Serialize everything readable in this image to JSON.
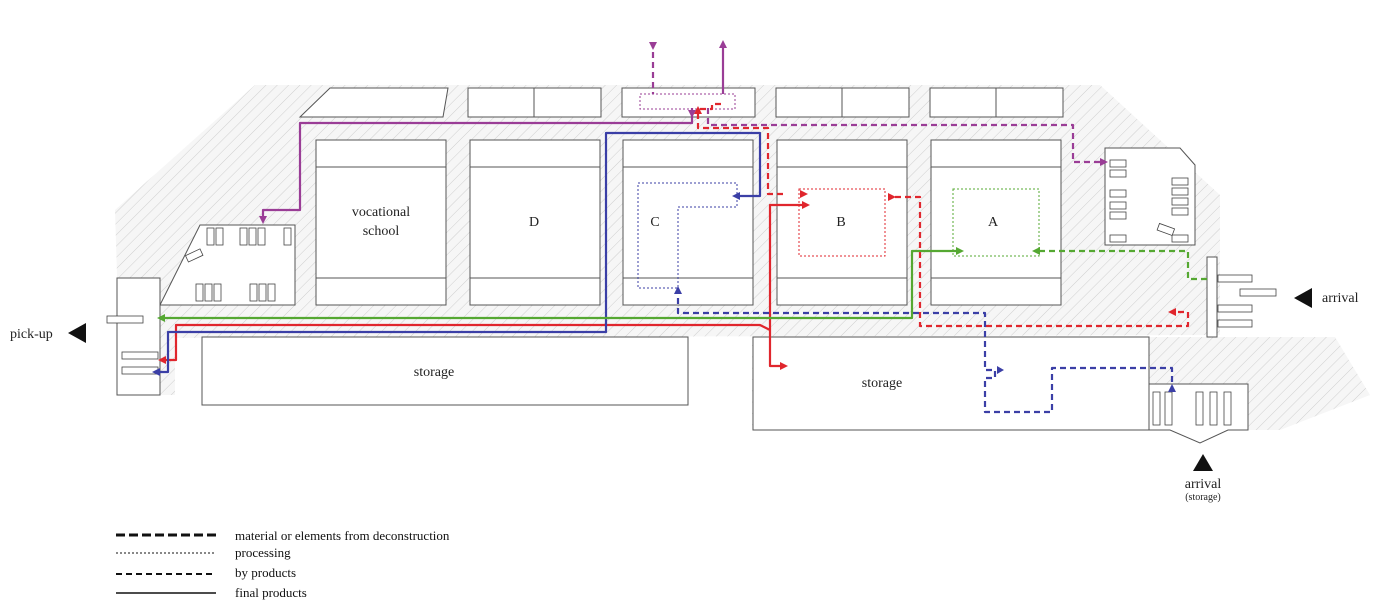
{
  "colors": {
    "red": "#e0262d",
    "blue": "#3b3fa6",
    "green": "#55a832",
    "purple": "#9a3d96",
    "hatch": "#c9c9c9"
  },
  "labels": {
    "vocational": "vocational",
    "school": "school",
    "D": "D",
    "C": "C",
    "B": "B",
    "A": "A",
    "storage_left": "storage",
    "storage_right": "storage",
    "pickup": "pick-up",
    "arrival": "arrival",
    "arrival_bottom": "arrival",
    "arrival_storage": "(storage)"
  },
  "legend": [
    {
      "label": "material or elements from deconstruction",
      "style": "heavy-dash"
    },
    {
      "label": "processing",
      "style": "fine-dash"
    },
    {
      "label": "by products",
      "style": "medium-dash"
    },
    {
      "label": "final products",
      "style": "solid"
    }
  ]
}
